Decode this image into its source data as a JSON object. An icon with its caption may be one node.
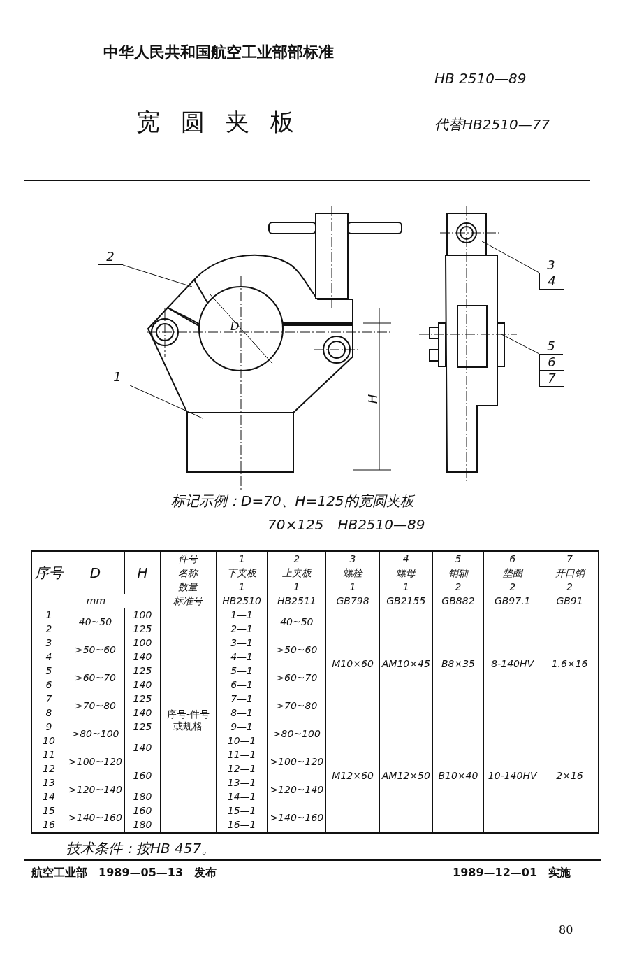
{
  "diagram": {
    "title": "宽圆夹板",
    "nodes": [
      {
        "text": [
          "2"
        ]
      },
      {
        "text": [
          "1"
        ]
      },
      {
        "text": [
          "3",
          "4"
        ]
      },
      {
        "text": [
          "5",
          "6",
          "7"
        ]
      }
    ],
    "edges": [
      {
        "from": 0,
        "to": null,
        "arrow": "none"
      },
      {
        "from": 1,
        "to": null,
        "arrow": "none"
      },
      {
        "from": 2,
        "to": null,
        "arrow": "none"
      },
      {
        "from": 3,
        "to": null,
        "arrow": "none"
      }
    ],
    "labels": [
      "中华人民共和国航空工业部部标准",
      "HB 2510—89",
      "代替HB2510—77",
      "D",
      "H",
      "标记示例：D=70、H=125的宽圆夹板",
      "70×125　HB2510—89",
      "序号",
      "D",
      "H",
      "件号",
      "1",
      "2",
      "3",
      "4",
      "5",
      "6",
      "7",
      "名称",
      "下夹板",
      "上夹板",
      "螺栓",
      "螺母",
      "销轴",
      "垫圈",
      "开口销",
      "数量",
      "1",
      "1",
      "1",
      "1",
      "2",
      "2",
      "2",
      "mm",
      "标准号",
      "HB2510",
      "HB2511",
      "GB798",
      "GB2155",
      "GB882",
      "GB97.1",
      "GB91",
      "1",
      "40~50",
      "100",
      "序号-件号或规格",
      "1—1",
      "40~50",
      "M10×60",
      "AM10×45",
      "B8×35",
      "8-140HV",
      "1.6×16",
      "2",
      "125",
      "2—1",
      "3",
      ">50~60",
      "100",
      "3—1",
      ">50~60",
      "4",
      "140",
      "4—1",
      "5",
      ">60~70",
      "125",
      "5—1",
      ">60~70",
      "6",
      "140",
      "6—1",
      "7",
      ">70~80",
      "125",
      "7—1",
      ">70~80",
      "8",
      "140",
      "8—1",
      "9",
      ">80~100",
      "125",
      "9—1",
      ">80~100",
      "M12×60",
      "AM12×50",
      "B10×40",
      "10-140HV",
      "2×16",
      "10",
      "140",
      "10—1",
      "11",
      ">100~120",
      "11—1",
      ">100~120",
      "12",
      "160",
      "12—1",
      "13",
      ">120~140",
      "13—1",
      ">120~140",
      "14",
      "180",
      "14—1",
      "15",
      ">140~160",
      "160",
      "15—1",
      ">140~160",
      "16",
      "180",
      "16—1",
      "技术条件：按HB 457。",
      "航空工业部　1989—05—13　发布",
      "1989—12—01　实施",
      "80"
    ]
  }
}
